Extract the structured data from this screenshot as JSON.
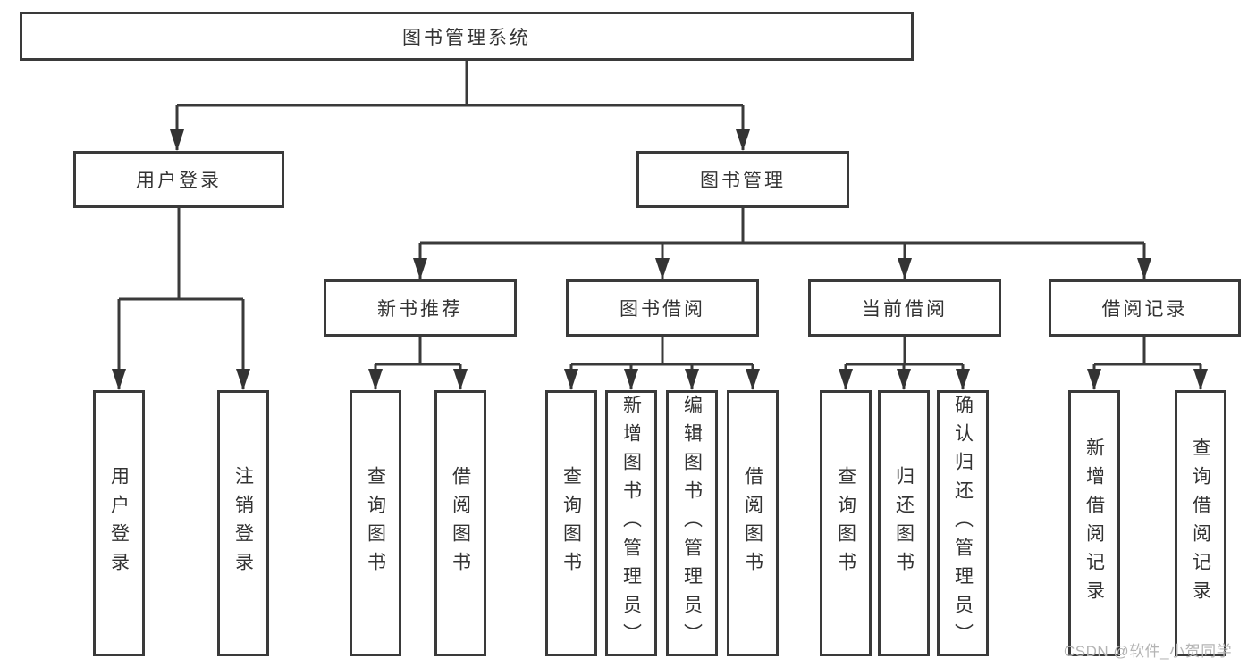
{
  "tree": {
    "root": "图书管理系统",
    "branches": [
      {
        "label": "用户登录",
        "leaves": [
          "用户登录",
          "注销登录"
        ]
      },
      {
        "label": "图书管理",
        "groups": [
          {
            "label": "新书推荐",
            "leaves": [
              "查询图书",
              "借阅图书"
            ]
          },
          {
            "label": "图书借阅",
            "leaves": [
              "查询图书",
              "新增图书（管理员）",
              "编辑图书（管理员）",
              "借阅图书"
            ]
          },
          {
            "label": "当前借阅",
            "leaves": [
              "查询图书",
              "归还图书",
              "确认归还（管理员）"
            ]
          },
          {
            "label": "借阅记录",
            "leaves": [
              "新增借阅记录",
              "查询借阅记录"
            ]
          }
        ]
      }
    ]
  },
  "watermark": "CSDN @软件_小贺同学",
  "colors": {
    "line": "#3a3a3a",
    "text": "#333333",
    "watermark": "#b4b4b4",
    "background": "#ffffff"
  }
}
